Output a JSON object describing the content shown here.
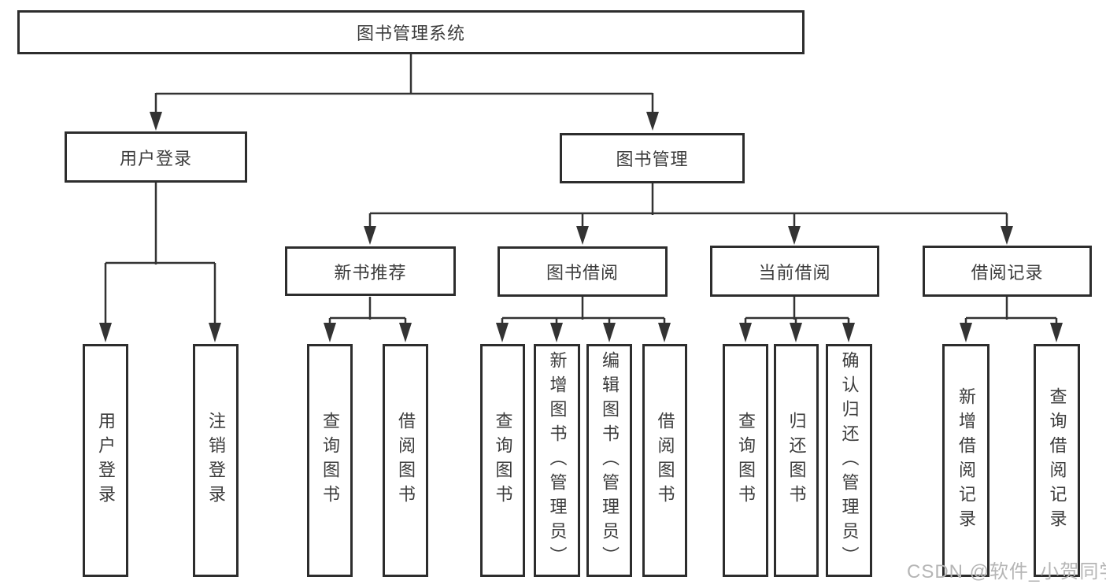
{
  "diagram": {
    "root": {
      "label": "图书管理系统"
    },
    "level2": [
      {
        "label": "用户登录"
      },
      {
        "label": "图书管理"
      }
    ],
    "level3": [
      {
        "label": "新书推荐"
      },
      {
        "label": "图书借阅"
      },
      {
        "label": "当前借阅"
      },
      {
        "label": "借阅记录"
      }
    ],
    "leaves": {
      "user_login": [
        "用户登录",
        "注销登录"
      ],
      "new_book": [
        "查询图书",
        "借阅图书"
      ],
      "book_borrow": [
        "查询图书",
        "新增图书（管理员）",
        "编辑图书（管理员）",
        "借阅图书"
      ],
      "current_borrow": [
        "查询图书",
        "归还图书",
        "确认归还（管理员）"
      ],
      "borrow_record": [
        "新增借阅记录",
        "查询借阅记录"
      ]
    }
  },
  "watermark": "CSDN @软件_小贺同学",
  "colors": {
    "line": "#333333",
    "box_border": "#2d2d2d",
    "text": "#3c3c3c",
    "watermark": "#b5b5b5",
    "background": "#ffffff"
  }
}
